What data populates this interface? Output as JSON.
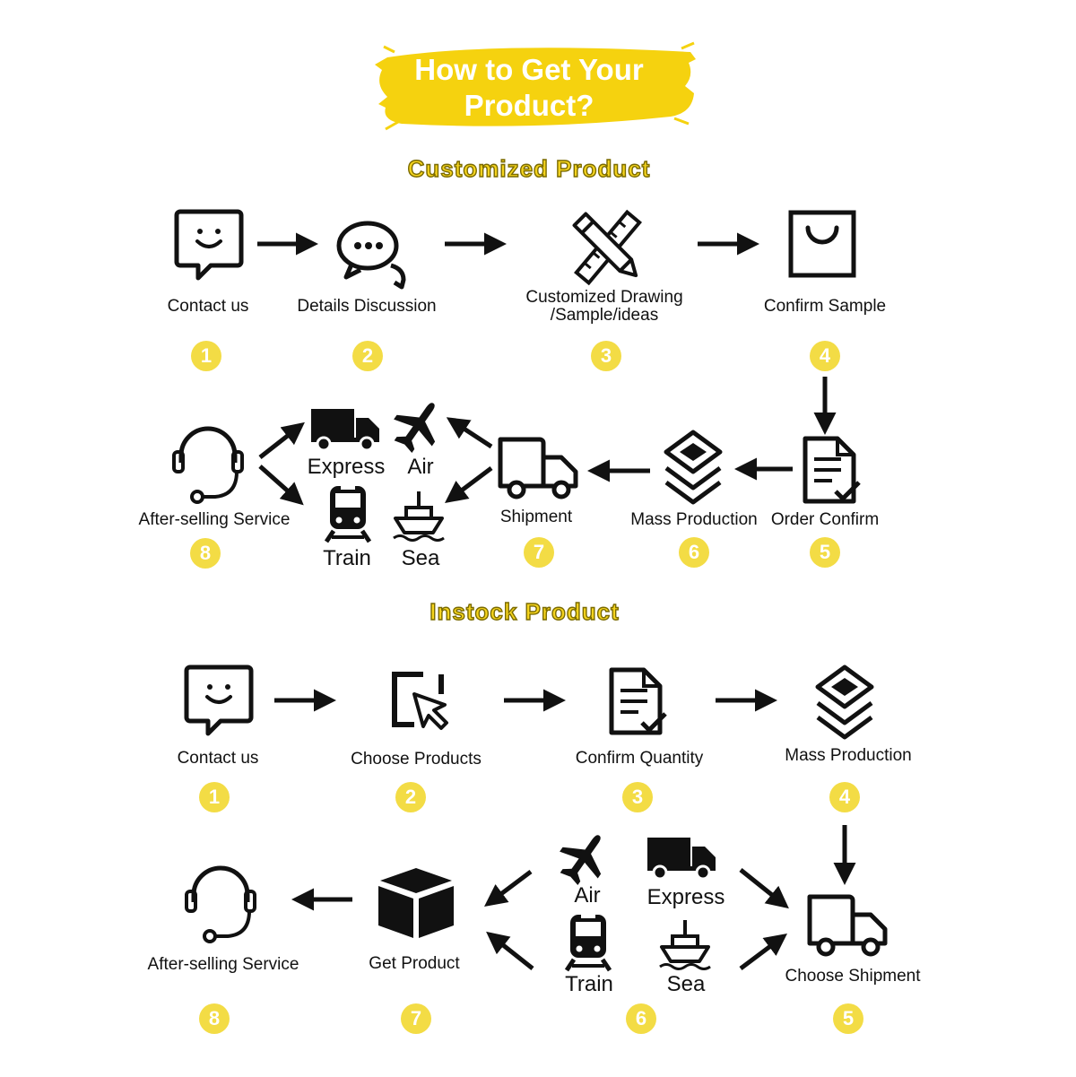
{
  "title": {
    "line1": "How to Get Your",
    "line2": "Product?"
  },
  "customized": {
    "heading": "Customized Product",
    "steps": [
      {
        "num": "1",
        "label": "Contact us"
      },
      {
        "num": "2",
        "label": "Details Discussion"
      },
      {
        "num": "3",
        "label_line1": "Customized Drawing",
        "label_line2": "/Sample/ideas"
      },
      {
        "num": "4",
        "label": "Confirm Sample"
      },
      {
        "num": "5",
        "label": "Order Confirm"
      },
      {
        "num": "6",
        "label": "Mass Production"
      },
      {
        "num": "7",
        "label": "Shipment"
      },
      {
        "num": "8",
        "label": "After-selling Service"
      }
    ],
    "transport": {
      "express": "Express",
      "air": "Air",
      "train": "Train",
      "sea": "Sea"
    }
  },
  "instock": {
    "heading": "Instock Product",
    "steps": [
      {
        "num": "1",
        "label": "Contact us"
      },
      {
        "num": "2",
        "label": "Choose Products"
      },
      {
        "num": "3",
        "label": "Confirm Quantity"
      },
      {
        "num": "4",
        "label": "Mass Production"
      },
      {
        "num": "5",
        "label": "Choose Shipment"
      },
      {
        "num": "6"
      },
      {
        "num": "7",
        "label": "Get Product"
      },
      {
        "num": "8",
        "label": "After-selling Service"
      }
    ],
    "transport": {
      "air": "Air",
      "express": "Express",
      "train": "Train",
      "sea": "Sea"
    }
  },
  "colors": {
    "accent": "#f3dc45",
    "brush": "#f5d20f",
    "ink": "#111111"
  }
}
